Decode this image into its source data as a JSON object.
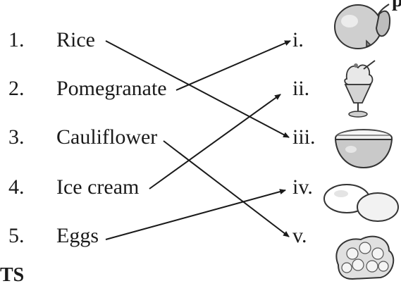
{
  "header_fragment": "p",
  "footer_fragment": "TS",
  "left_items": [
    {
      "number": "1.",
      "label": "Rice"
    },
    {
      "number": "2.",
      "label": "Pomegranate"
    },
    {
      "number": "3.",
      "label": "Cauliflower"
    },
    {
      "number": "4.",
      "label": "Ice cream"
    },
    {
      "number": "5.",
      "label": "Eggs"
    }
  ],
  "right_items": [
    {
      "numeral": "i.",
      "picture": "pomegranate"
    },
    {
      "numeral": "ii.",
      "picture": "ice-cream-sundae"
    },
    {
      "numeral": "iii.",
      "picture": "bowl-of-rice"
    },
    {
      "numeral": "iv.",
      "picture": "eggs"
    },
    {
      "numeral": "v.",
      "picture": "cauliflower"
    }
  ],
  "matches": [
    {
      "item": "Rice",
      "numeral": "iii."
    },
    {
      "item": "Pomegranate",
      "numeral": "i."
    },
    {
      "item": "Cauliflower",
      "numeral": "v."
    },
    {
      "item": "Ice cream",
      "numeral": "ii."
    },
    {
      "item": "Eggs",
      "numeral": "iv."
    }
  ],
  "colors": {
    "ink": "#1a1a1a",
    "illustration_fill": "#d8d8d8",
    "illustration_stroke": "#333333"
  }
}
